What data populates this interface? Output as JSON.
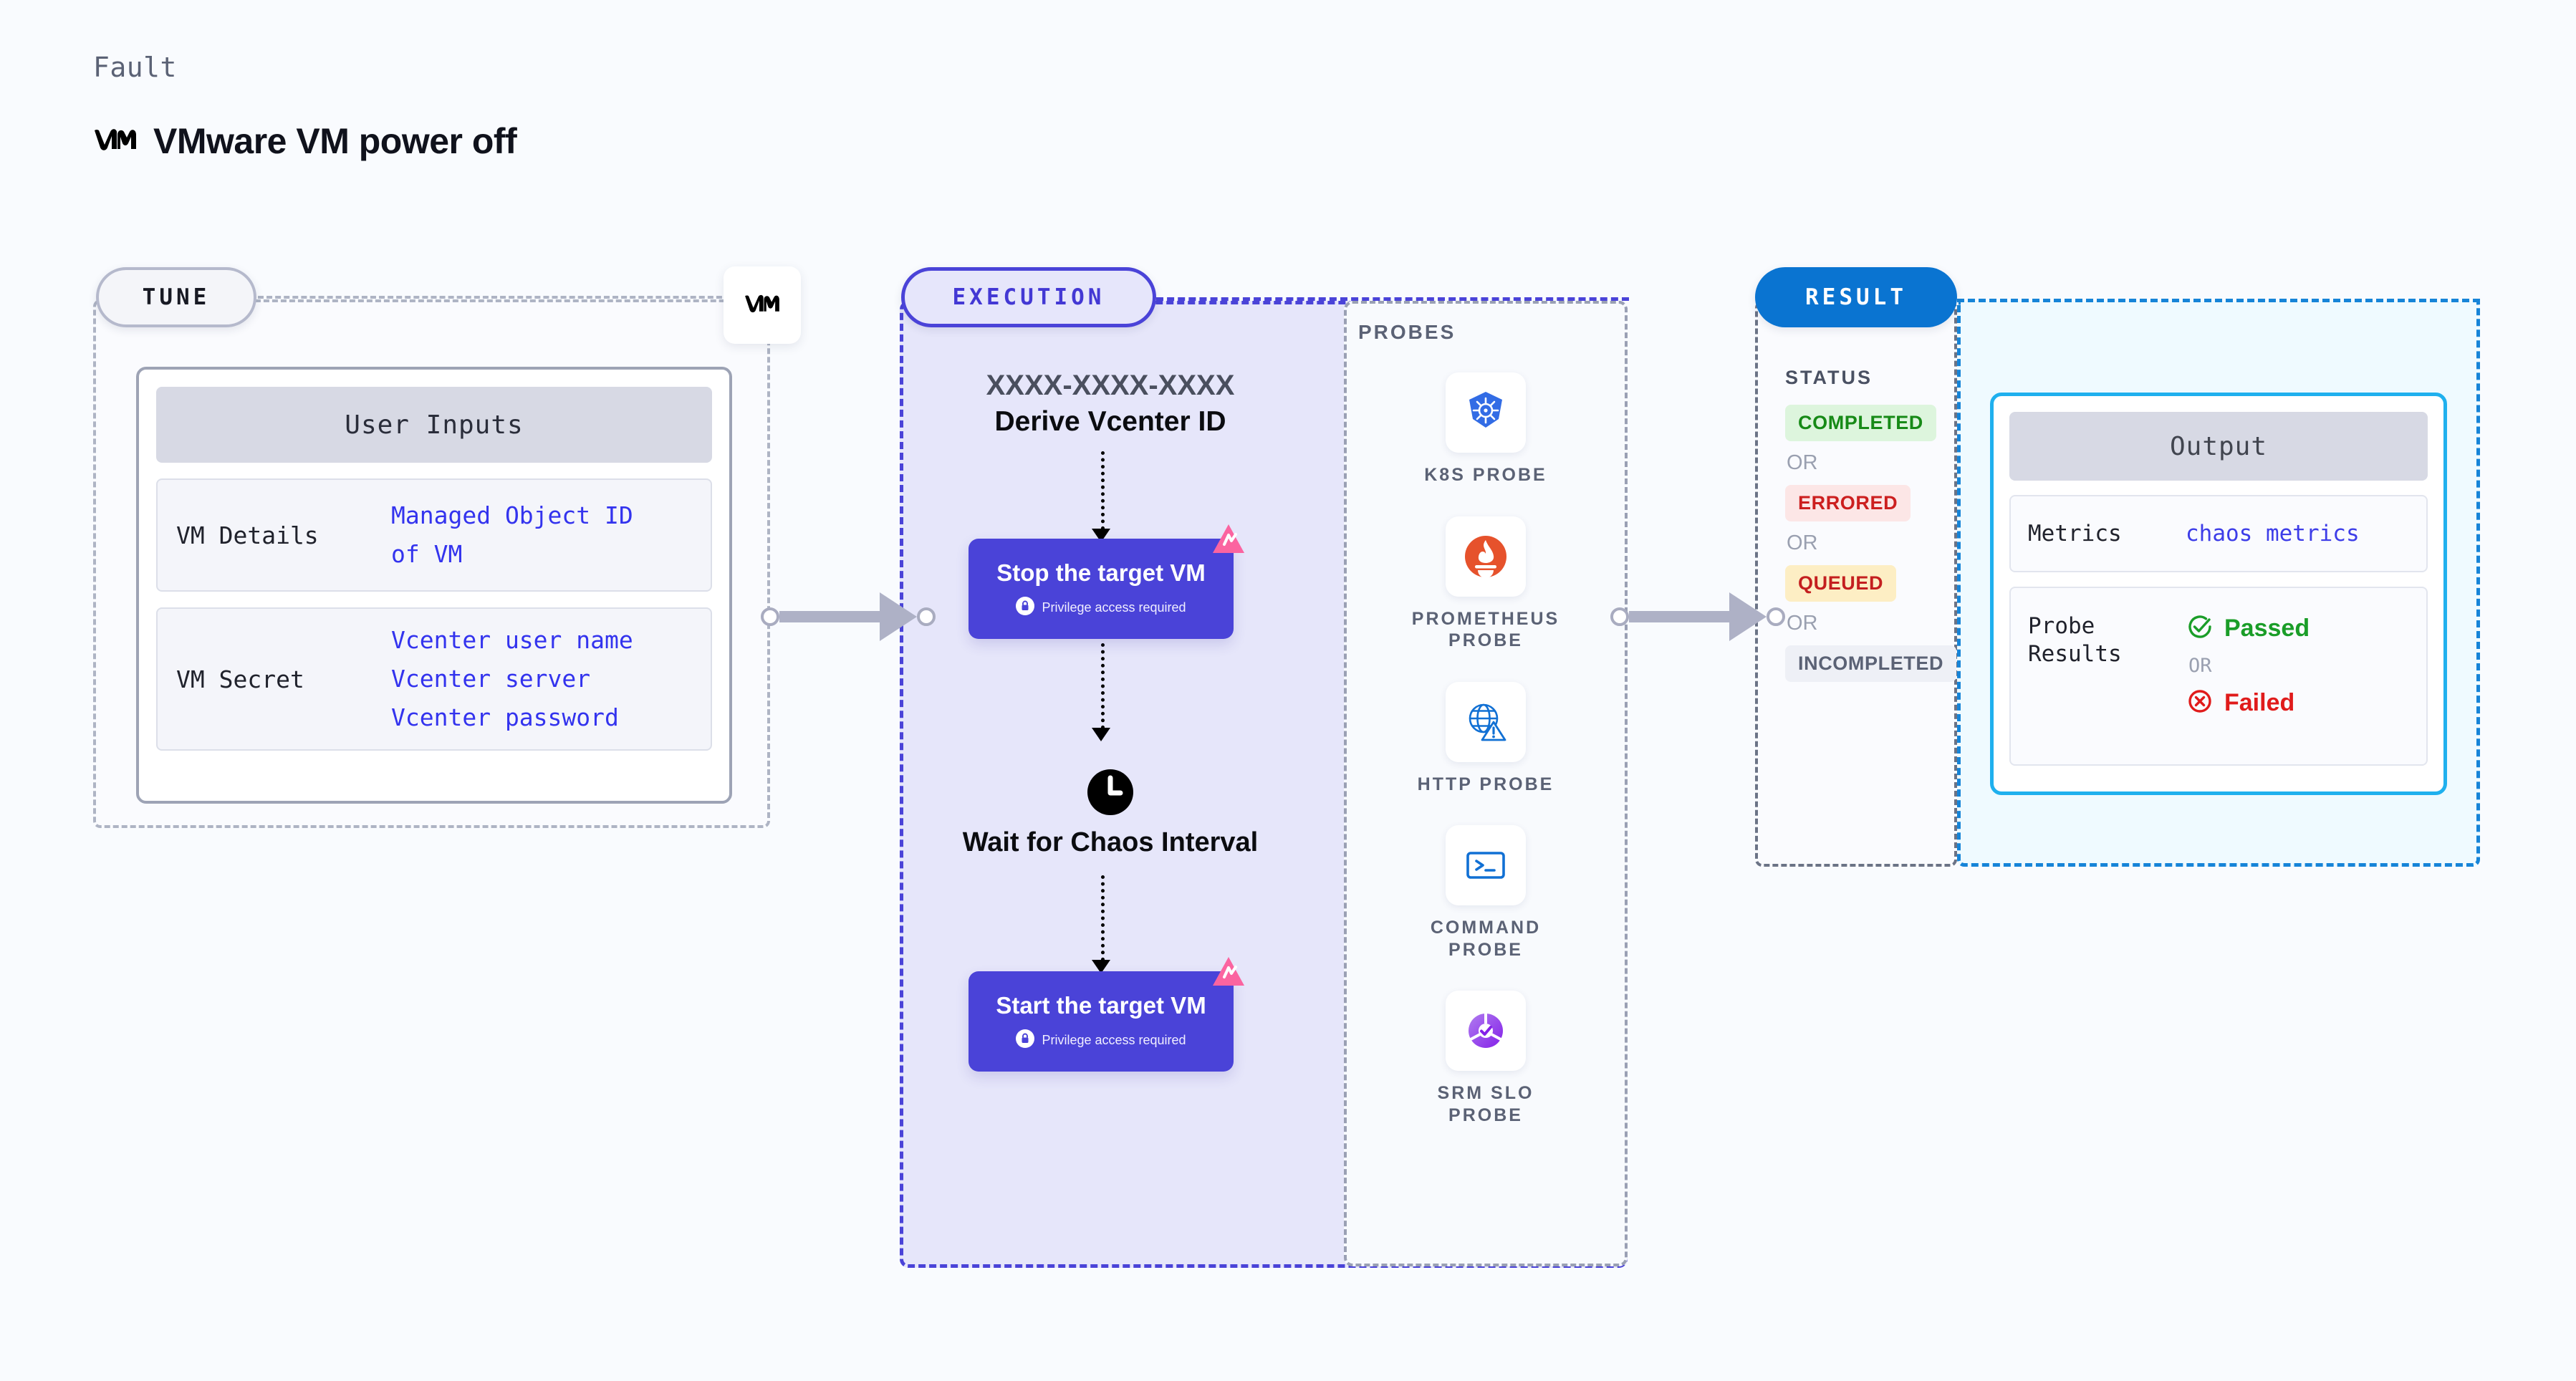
{
  "header": {
    "kicker": "Fault",
    "title": "VMware VM power off",
    "logo_icon": "vmware-vm-logo"
  },
  "tune": {
    "badge": "TUNE",
    "vendor_logo_icon": "vmware-vm-logo",
    "card": {
      "header": "User Inputs",
      "rows": [
        {
          "label": "VM Details",
          "values": [
            "Managed Object ID",
            "of VM"
          ]
        },
        {
          "label": "VM Secret",
          "values": [
            "Vcenter user name",
            "Vcenter server",
            "Vcenter password"
          ]
        }
      ]
    }
  },
  "execution": {
    "badge": "EXECUTION",
    "derive": {
      "id": "XXXX-XXXX-XXXX",
      "label": "Derive Vcenter ID"
    },
    "steps": [
      {
        "title": "Stop the target VM",
        "privilege": "Privilege access required",
        "lock_icon": "lock-icon",
        "corner_icon": "litmus-chaos-icon"
      },
      {
        "title": "Start the target VM",
        "privilege": "Privilege access required",
        "lock_icon": "lock-icon",
        "corner_icon": "litmus-chaos-icon"
      }
    ],
    "wait": {
      "icon": "clock-icon",
      "label": "Wait for Chaos\nInterval"
    }
  },
  "probes": {
    "title": "PROBES",
    "items": [
      {
        "name": "K8S PROBE",
        "icon": "kubernetes-icon"
      },
      {
        "name": "PROMETHEUS\nPROBE",
        "icon": "prometheus-icon"
      },
      {
        "name": "HTTP PROBE",
        "icon": "http-globe-warning-icon"
      },
      {
        "name": "COMMAND\nPROBE",
        "icon": "terminal-icon"
      },
      {
        "name": "SRM SLO\nPROBE",
        "icon": "srm-slo-donut-icon"
      }
    ]
  },
  "result": {
    "badge": "RESULT",
    "status_heading": "STATUS",
    "or_label": "OR",
    "statuses": [
      {
        "label": "COMPLETED",
        "bg": "#ddf5dd",
        "fg": "#178a17"
      },
      {
        "label": "ERRORED",
        "bg": "#fce6e6",
        "fg": "#cc1f1f"
      },
      {
        "label": "QUEUED",
        "bg": "#fdeec4",
        "fg": "#c41f1f"
      },
      {
        "label": "INCOMPLETED",
        "bg": "#eef0f6",
        "fg": "#5b6275"
      }
    ]
  },
  "output": {
    "header": "Output",
    "metrics_label": "Metrics",
    "metrics_value": "chaos metrics",
    "probe_results_label": "Probe\nResults",
    "passed_label": "Passed",
    "failed_label": "Failed",
    "or_label": "OR",
    "passed_icon": "check-circle-icon",
    "failed_icon": "x-circle-icon"
  },
  "colors": {
    "indigo": "#4a43d8",
    "result_blue": "#0a74d1",
    "cyan_border": "#1fb0ee",
    "link_blue": "#3333ee",
    "pink": "#fb64a0"
  }
}
